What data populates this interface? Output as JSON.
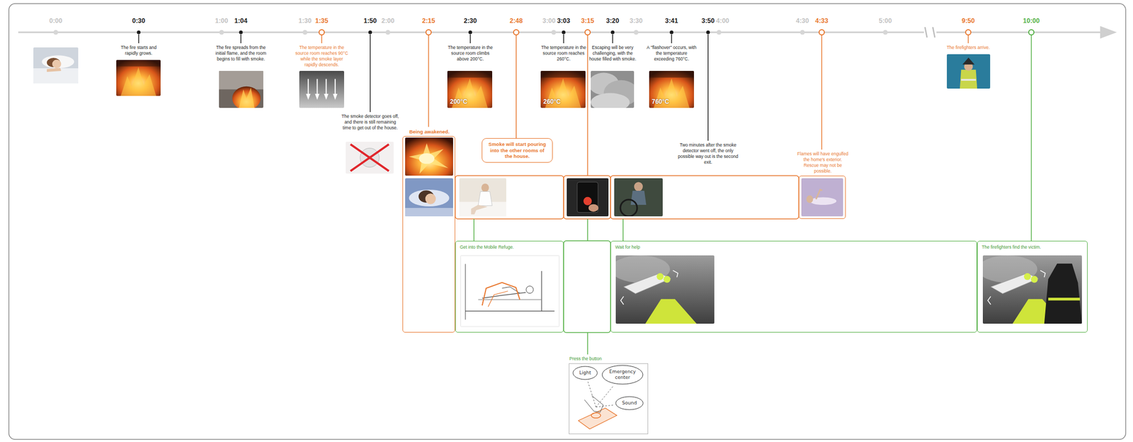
{
  "diagram": {
    "nodes": [
      {
        "text": [
          "Being awakened."
        ]
      },
      {
        "text": [
          "Smoke will start pouring into the other rooms of the house."
        ]
      },
      {
        "text": [
          "Flames will have engulfed the home's exterior. Rescue may not be possible."
        ]
      },
      {
        "text": [
          "Get into the Mobile Refuge."
        ]
      },
      {
        "text": [
          "Wait for help"
        ]
      },
      {
        "text": [
          "The firefighters find the victim."
        ]
      },
      {
        "text": [
          "Press the button"
        ]
      },
      {
        "text": [
          "Light"
        ],
        "in": 6
      },
      {
        "text": [
          "Emergency center"
        ],
        "in": 6
      },
      {
        "text": [
          "Sound"
        ],
        "in": 6
      }
    ],
    "labels": [
      "0:00",
      "0:30",
      "1:00",
      "1:04",
      "1:30",
      "1:35",
      "1:50",
      "2:00",
      "2:15",
      "2:30",
      "2:48",
      "3:00",
      "3:03",
      "3:15",
      "3:20",
      "3:30",
      "3:41",
      "3:50",
      "4:00",
      "4:30",
      "4:33",
      "5:00",
      "9:50",
      "10:00",
      "The fire starts and rapidly grows.",
      "The fire spreads from the initial flame, and the room begins to fill with smoke.",
      "The temperature in the source room reaches 90°C while the smoke layer rapidly descends.",
      "The smoke detector goes off, and there is still remaining time to get out of the house.",
      "The temperature in the source room climbs above 200°C.",
      "200°C",
      "The temperature in the source room reaches 260°C.",
      "260°C",
      "Escaping will be very challenging, with the house filled with smoke.",
      "A \"flashover\" occurs, with the temperature exceeding 760°C.",
      "760°C",
      "Two minutes after the smoke detector went off, the only possible way out is the second exit.",
      "The firefighters arrive."
    ]
  }
}
